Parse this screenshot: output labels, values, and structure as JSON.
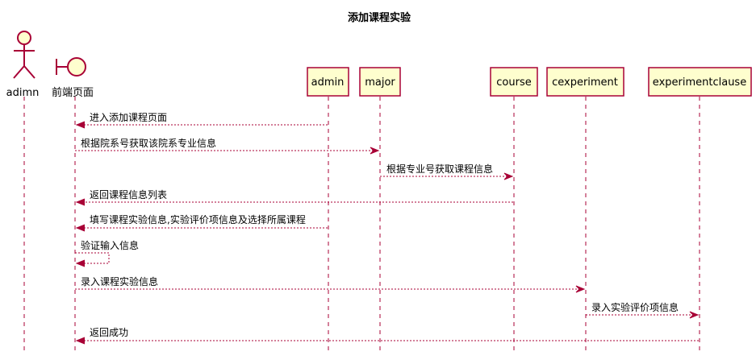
{
  "title": "添加课程实验",
  "colors": {
    "line": "#A80036",
    "box_fill": "#FEFECE",
    "text": "#000000",
    "background": "#FFFFFF"
  },
  "participants": [
    {
      "id": "adimn",
      "label": "adimn",
      "kind": "actor",
      "icon": "actor-stick-figure-icon"
    },
    {
      "id": "frontend",
      "label": "前端页面",
      "kind": "boundary",
      "icon": "boundary-icon"
    },
    {
      "id": "admin",
      "label": "admin",
      "kind": "participant"
    },
    {
      "id": "major",
      "label": "major",
      "kind": "participant"
    },
    {
      "id": "course",
      "label": "course",
      "kind": "participant"
    },
    {
      "id": "cexperiment",
      "label": "cexperiment",
      "kind": "participant"
    },
    {
      "id": "experimentclause",
      "label": "experimentclause",
      "kind": "participant"
    }
  ],
  "messages": [
    {
      "from": "admin",
      "to": "frontend",
      "label": "进入添加课程页面"
    },
    {
      "from": "frontend",
      "to": "major",
      "label": "根据院系号获取该院系专业信息"
    },
    {
      "from": "major",
      "to": "course",
      "label": "根据专业号获取课程信息"
    },
    {
      "from": "course",
      "to": "frontend",
      "label": "返回课程信息列表"
    },
    {
      "from": "admin",
      "to": "frontend",
      "label": "填写课程实验信息,实验评价项信息及选择所属课程"
    },
    {
      "from": "frontend",
      "to": "frontend",
      "label": "验证输入信息"
    },
    {
      "from": "frontend",
      "to": "cexperiment",
      "label": "录入课程实验信息"
    },
    {
      "from": "cexperiment",
      "to": "experimentclause",
      "label": "录入实验评价项信息"
    },
    {
      "from": "experimentclause",
      "to": "frontend",
      "label": "返回成功"
    }
  ]
}
